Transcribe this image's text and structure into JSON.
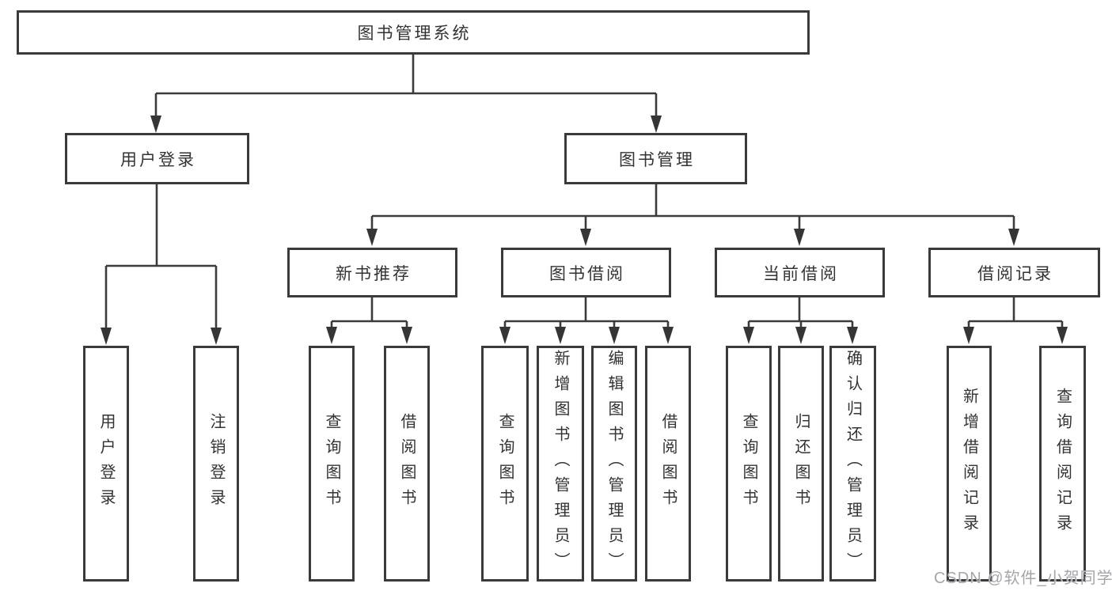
{
  "diagram_type": "tree-structure-chart",
  "nodes": {
    "root": "图书管理系统",
    "user_login_group": "用户登录",
    "book_mgmt": "图书管理",
    "new_book_rec": "新书推荐",
    "book_borrow": "图书借阅",
    "current_borrow": "当前借阅",
    "borrow_record": "借阅记录",
    "user_login": "用户登录",
    "logout_login": "注销登录",
    "rec_query_book": "查询图书",
    "rec_borrow_book": "借阅图书",
    "bor_query_book": "查询图书",
    "bor_add_book": "新增图书（管理员）",
    "bor_edit_book": "编辑图书（管理员）",
    "bor_borrow_book": "借阅图书",
    "cur_query_book": "查询图书",
    "cur_return_book": "归还图书",
    "cur_confirm_return": "确认归还（管理员）",
    "brec_add_record": "新增借阅记录",
    "brec_query_record": "查询借阅记录"
  },
  "watermark": {
    "text": "CSDN @软件_小贺同学"
  },
  "colors": {
    "line": "#3b3b3b",
    "box_border": "#3a3a3a",
    "text": "#333333",
    "watermark": "#a5a5aa",
    "background": "#ffffff"
  }
}
